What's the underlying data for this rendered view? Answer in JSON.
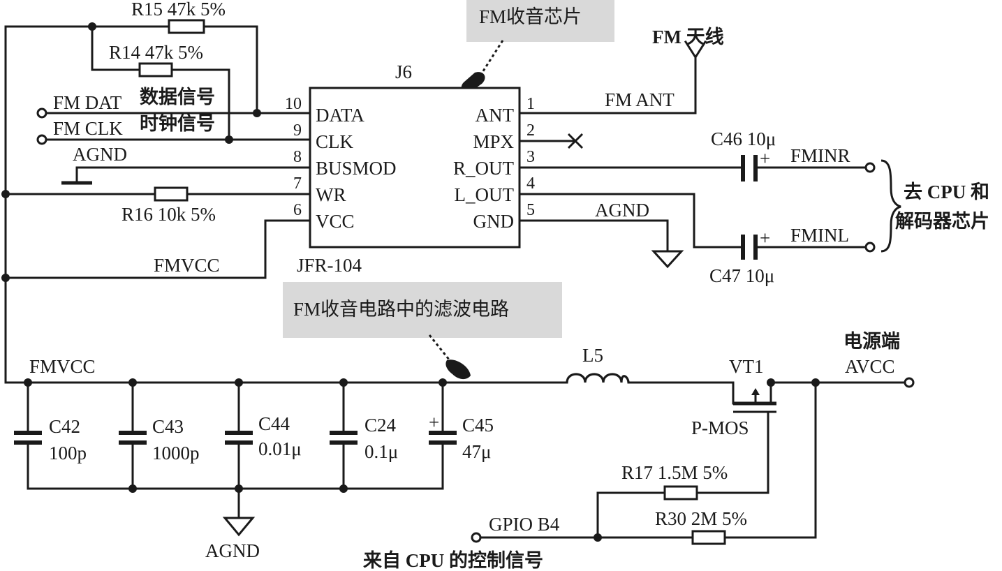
{
  "chip": {
    "ref": "J6",
    "part": "JFR-104",
    "callout": "FM收音芯片",
    "left_pins": [
      {
        "num": "10",
        "name": "DATA"
      },
      {
        "num": "9",
        "name": "CLK"
      },
      {
        "num": "8",
        "name": "BUSMOD"
      },
      {
        "num": "7",
        "name": "WR"
      },
      {
        "num": "6",
        "name": "VCC"
      }
    ],
    "right_pins": [
      {
        "num": "1",
        "name": "ANT"
      },
      {
        "num": "2",
        "name": "MPX"
      },
      {
        "num": "3",
        "name": "R_OUT"
      },
      {
        "num": "4",
        "name": "L_OUT"
      },
      {
        "num": "5",
        "name": "GND"
      }
    ]
  },
  "resistors": {
    "r15": "R15 47k 5%",
    "r14": "R14 47k 5%",
    "r16": "R16 10k 5%",
    "r17": "R17  1.5M 5%",
    "r30": "R30  2M 5%"
  },
  "signals": {
    "fm_dat": "FM DAT",
    "fm_clk": "FM CLK",
    "data_signal": "数据信号",
    "clock_signal": "时钟信号",
    "agnd_top": "AGND",
    "fmvcc_top": "FMVCC",
    "antenna": "FM 天线",
    "fm_ant": "FM ANT",
    "agnd_right": "AGND",
    "fminr": "FMINR",
    "fminl": "FMINL",
    "to_cpu_1": "去 CPU 和",
    "to_cpu_2": "解码器芯片",
    "fmvcc_bottom": "FMVCC",
    "agnd_bottom": "AGND",
    "power_1": "电源端",
    "power_2": "AVCC",
    "gpio": "GPIO B4",
    "gpio_desc": "来自 CPU 的控制信号"
  },
  "capacitors": {
    "c46": "C46  10μ",
    "c47": "C47  10μ",
    "bank": [
      {
        "name": "C42",
        "value": "100p"
      },
      {
        "name": "C43",
        "value": "1000p"
      },
      {
        "name": "C44",
        "value": "0.01μ"
      },
      {
        "name": "C24",
        "value": "0.1μ"
      },
      {
        "name": "C45",
        "value": "47μ"
      }
    ]
  },
  "inductor": "L5",
  "transistor": {
    "ref": "VT1",
    "type": "P-MOS"
  },
  "filter_callout": "FM收音电路中的滤波电路"
}
